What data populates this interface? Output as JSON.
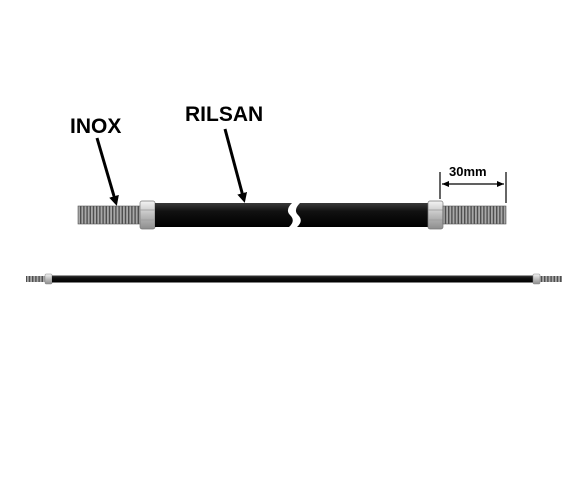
{
  "labels": {
    "inox": "INOX",
    "rilsan": "RILSAN",
    "dimension": "30mm"
  },
  "colors": {
    "background": "#ffffff",
    "rod": "#0e0e0e",
    "thread": "#8a8a8a",
    "nut": "#cfcfcf",
    "text": "#000000"
  }
}
